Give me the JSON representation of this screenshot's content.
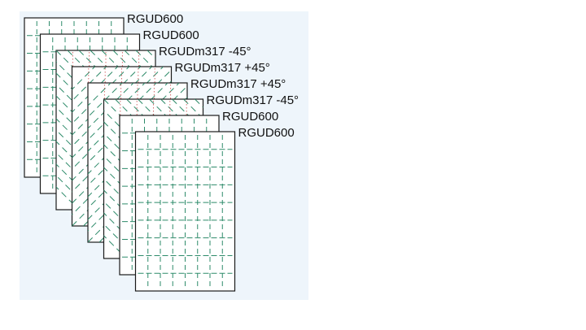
{
  "diagram": {
    "background_color": "#eef5fb",
    "sheet_fill": "#ffffff",
    "sheet_stroke": "#1a1a1a",
    "fiber_color": "#2e8b6a",
    "stitch_color": "#c94a4a",
    "plies": [
      {
        "label": "RGUD600",
        "orientation": "0"
      },
      {
        "label": "RGUD600",
        "orientation": "0"
      },
      {
        "label": "RGUDm317 -45°",
        "orientation": "-45"
      },
      {
        "label": "RGUDm317 +45°",
        "orientation": "+45"
      },
      {
        "label": "RGUDm317 +45°",
        "orientation": "+45"
      },
      {
        "label": "RGUDm317 -45°",
        "orientation": "-45"
      },
      {
        "label": "RGUD600",
        "orientation": "0"
      },
      {
        "label": "RGUD600",
        "orientation": "0"
      }
    ]
  }
}
